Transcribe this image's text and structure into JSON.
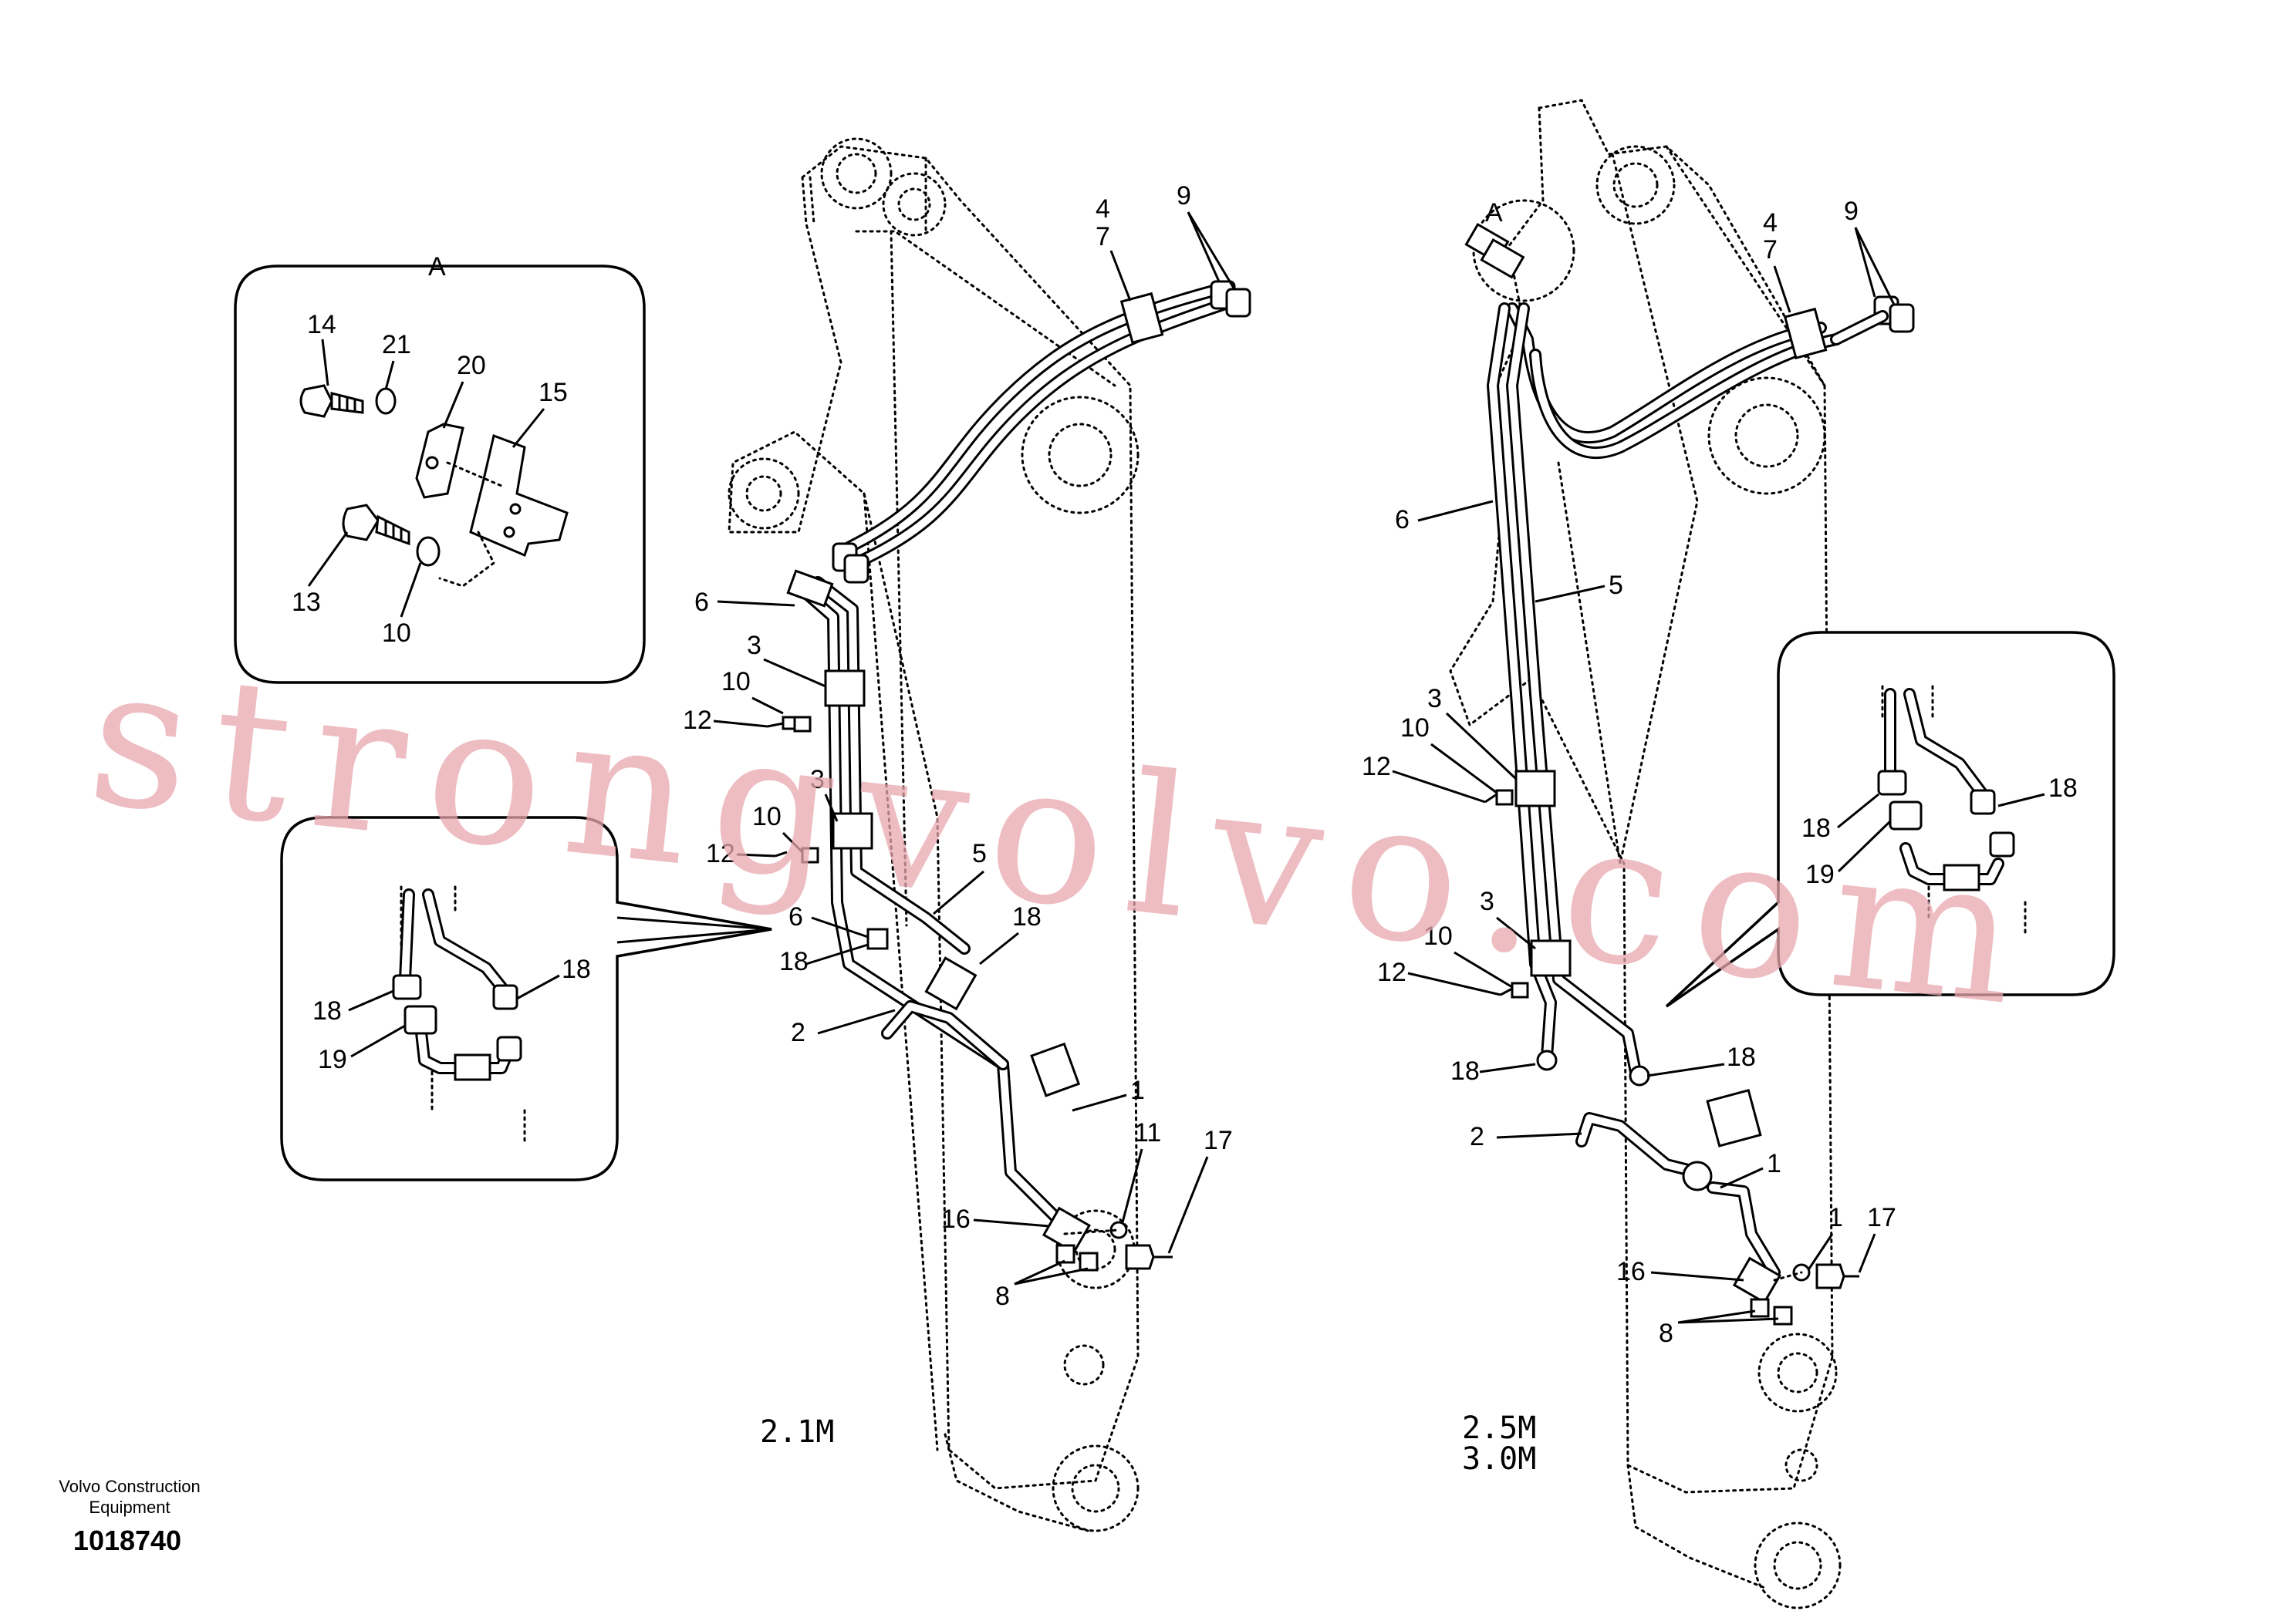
{
  "left_boom": {
    "variant_label": "2.1M",
    "callouts": [
      "4",
      "7",
      "9",
      "6",
      "3",
      "10",
      "12",
      "3",
      "10",
      "12",
      "5",
      "6",
      "18",
      "18",
      "2",
      "1",
      "11",
      "17",
      "16",
      "8"
    ]
  },
  "right_boom": {
    "variant_label_1": "2.5M",
    "variant_label_2": "3.0M",
    "detail_marker": "A",
    "callouts": [
      "4",
      "7",
      "9",
      "6",
      "5",
      "3",
      "10",
      "12",
      "3",
      "10",
      "12",
      "18",
      "18",
      "2",
      "1",
      "1",
      "17",
      "16",
      "8"
    ]
  },
  "detail_a": {
    "title": "A",
    "callouts": [
      "14",
      "21",
      "20",
      "15",
      "13",
      "10"
    ]
  },
  "detail_left": {
    "callouts": [
      "18",
      "18",
      "19"
    ]
  },
  "detail_right": {
    "callouts": [
      "18",
      "18",
      "19"
    ]
  },
  "footer": {
    "company_line1": "Volvo Construction",
    "company_line2": "Equipment",
    "drawing_number": "1018740"
  },
  "watermark": "strongvolvo.com"
}
